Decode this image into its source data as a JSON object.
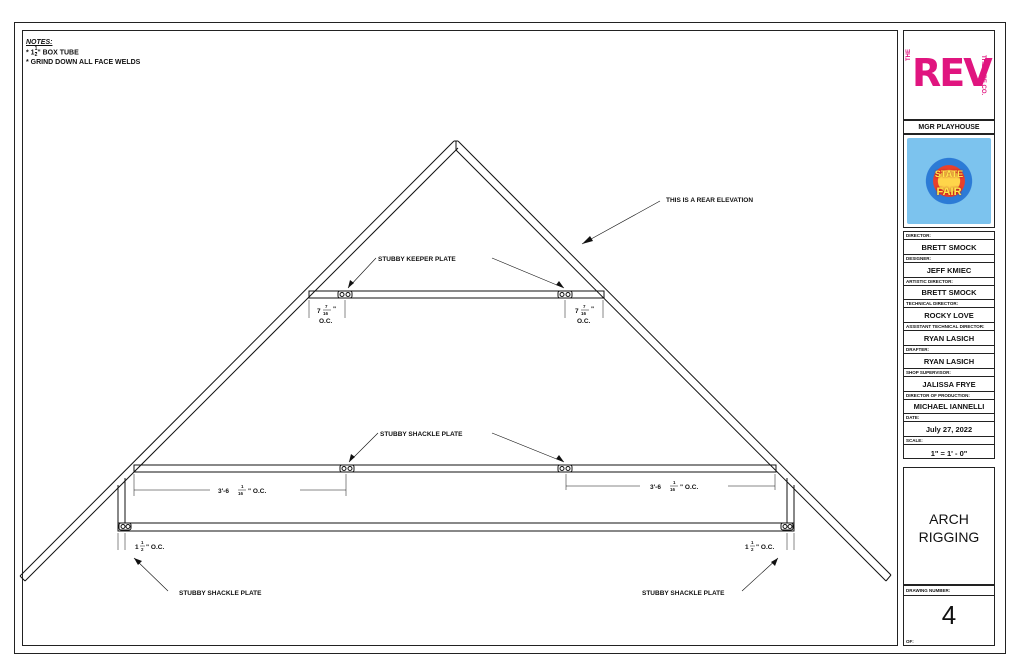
{
  "notes": {
    "title": "NOTES:",
    "line1_prefix": "* 1",
    "line1_frac_num": "1",
    "line1_frac_den": "2",
    "line1_suffix": "\" BOX TUBE",
    "line2": "* GRIND DOWN ALL FACE WELDS"
  },
  "labels": {
    "rear_elevation": "THIS IS A REAR ELEVATION",
    "keeper_plate": "STUBBY KEEPER PLATE",
    "shackle_plate_center": "STUBBY SHACKLE PLATE",
    "shackle_plate_left": "STUBBY SHACKLE PLATE",
    "shackle_plate_right": "STUBBY SHACKLE PLATE"
  },
  "dimensions": {
    "upper_whole": "7",
    "upper_frac_num": "7",
    "upper_frac_den": "16",
    "upper_unit": "\"",
    "upper_oc": "O.C.",
    "middle_prefix": "3'-6",
    "middle_frac_num": "1",
    "middle_frac_den": "16",
    "middle_suffix": "\" O.C.",
    "bottom_whole": "1",
    "bottom_frac_num": "1",
    "bottom_frac_den": "2",
    "bottom_suffix": "\" O.C."
  },
  "title_block": {
    "logo_text": "REV",
    "logo_prefix": "THE",
    "logo_suffix": "THEATRE CO.",
    "venue": "MGR PLAYHOUSE",
    "poster_line1": "STATE",
    "poster_line2": "FAIR",
    "credits": [
      {
        "label": "DIRECTOR:",
        "value": "BRETT SMOCK"
      },
      {
        "label": "DESIGNER:",
        "value": "JEFF KMIEC"
      },
      {
        "label": "ARTISTIC DIRECTOR:",
        "value": "BRETT SMOCK"
      },
      {
        "label": "TECHNICAL DIRECTOR:",
        "value": "ROCKY LOVE"
      },
      {
        "label": "ASSISTANT TECHNICAL DIRECTOR:",
        "value": "RYAN LASICH"
      },
      {
        "label": "DRAFTER:",
        "value": "RYAN LASICH"
      },
      {
        "label": "SHOP SUPERVISOR:",
        "value": "JALISSA FRYE"
      },
      {
        "label": "DIRECTOR OF PRODUCTION:",
        "value": "MICHAEL IANNELLI"
      },
      {
        "label": "DATE:",
        "value": "July 27, 2022"
      },
      {
        "label": "SCALE:",
        "value": "1\" = 1' - 0\""
      }
    ],
    "sheet_title_line1": "ARCH",
    "sheet_title_line2": "RIGGING",
    "drawing_number_label": "DRAWING NUMBER:",
    "drawing_number": "4",
    "of_label": "OF:"
  },
  "colors": {
    "logo": "#e0157f",
    "line": "#111111"
  }
}
